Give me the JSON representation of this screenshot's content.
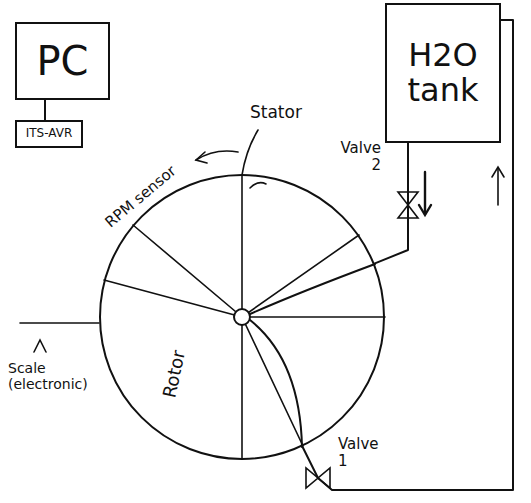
{
  "diagram": {
    "nodes": [
      {
        "text": [
          "PC"
        ]
      },
      {
        "text": [
          "ITS-AVR"
        ]
      },
      {
        "text": [
          "H2O tank"
        ]
      },
      {
        "text": [
          "Rotor"
        ]
      }
    ],
    "edges": [
      {
        "from": 0,
        "to": 1,
        "arrow": "none"
      },
      {
        "from": 2,
        "to": 3,
        "arrow": "none"
      },
      {
        "from": 3,
        "to": 2,
        "arrow": "none"
      }
    ],
    "labels": [
      "Stator",
      "RPM sensor",
      "Scale (electronic)",
      "Valve 2",
      "Valve 1"
    ]
  }
}
